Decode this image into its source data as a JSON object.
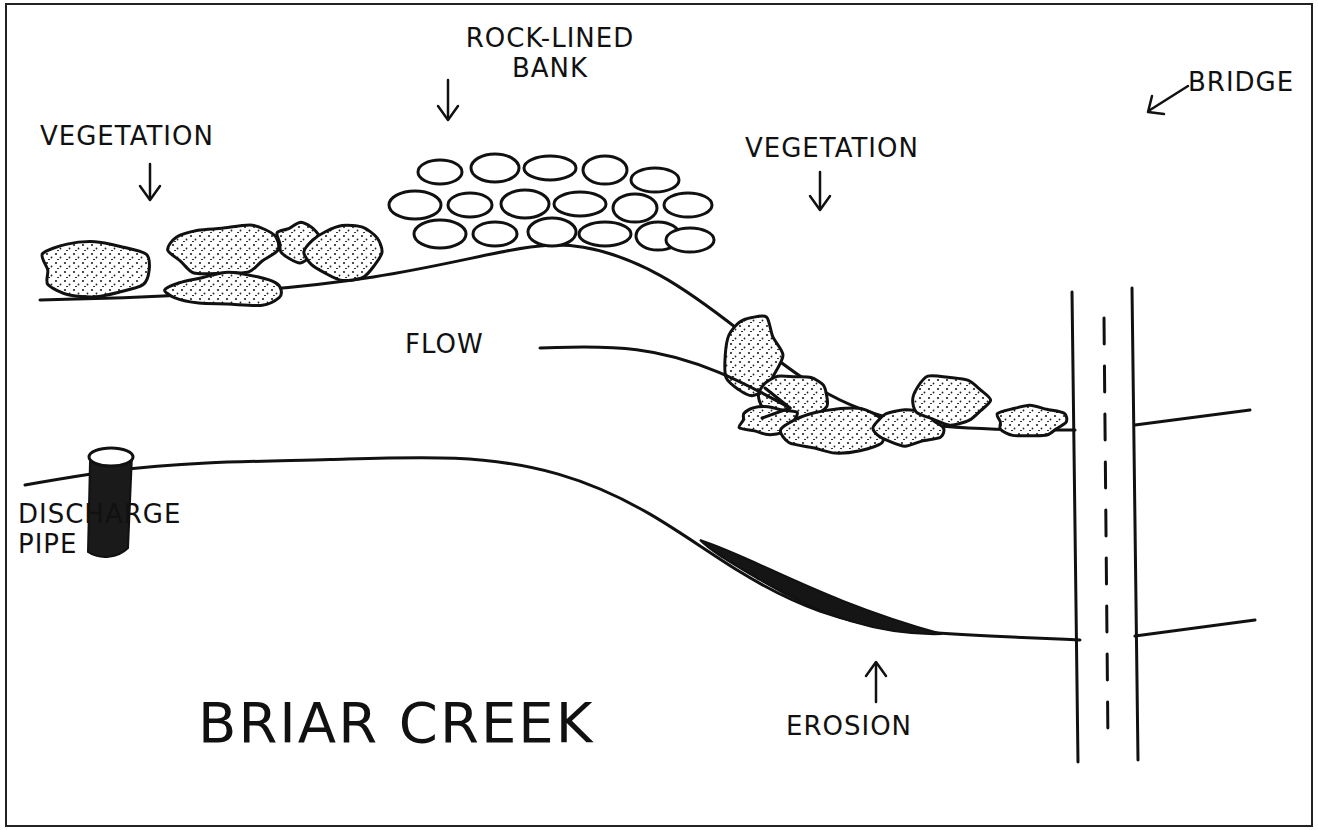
{
  "diagram": {
    "title": "BRIAR CREEK",
    "labels": [
      "VEGETATION",
      "ROCK-LINED BANK",
      "VEGETATION",
      "FLOW",
      "BRIDGE",
      "DISCHARGE PIPE",
      "EROSION"
    ]
  }
}
